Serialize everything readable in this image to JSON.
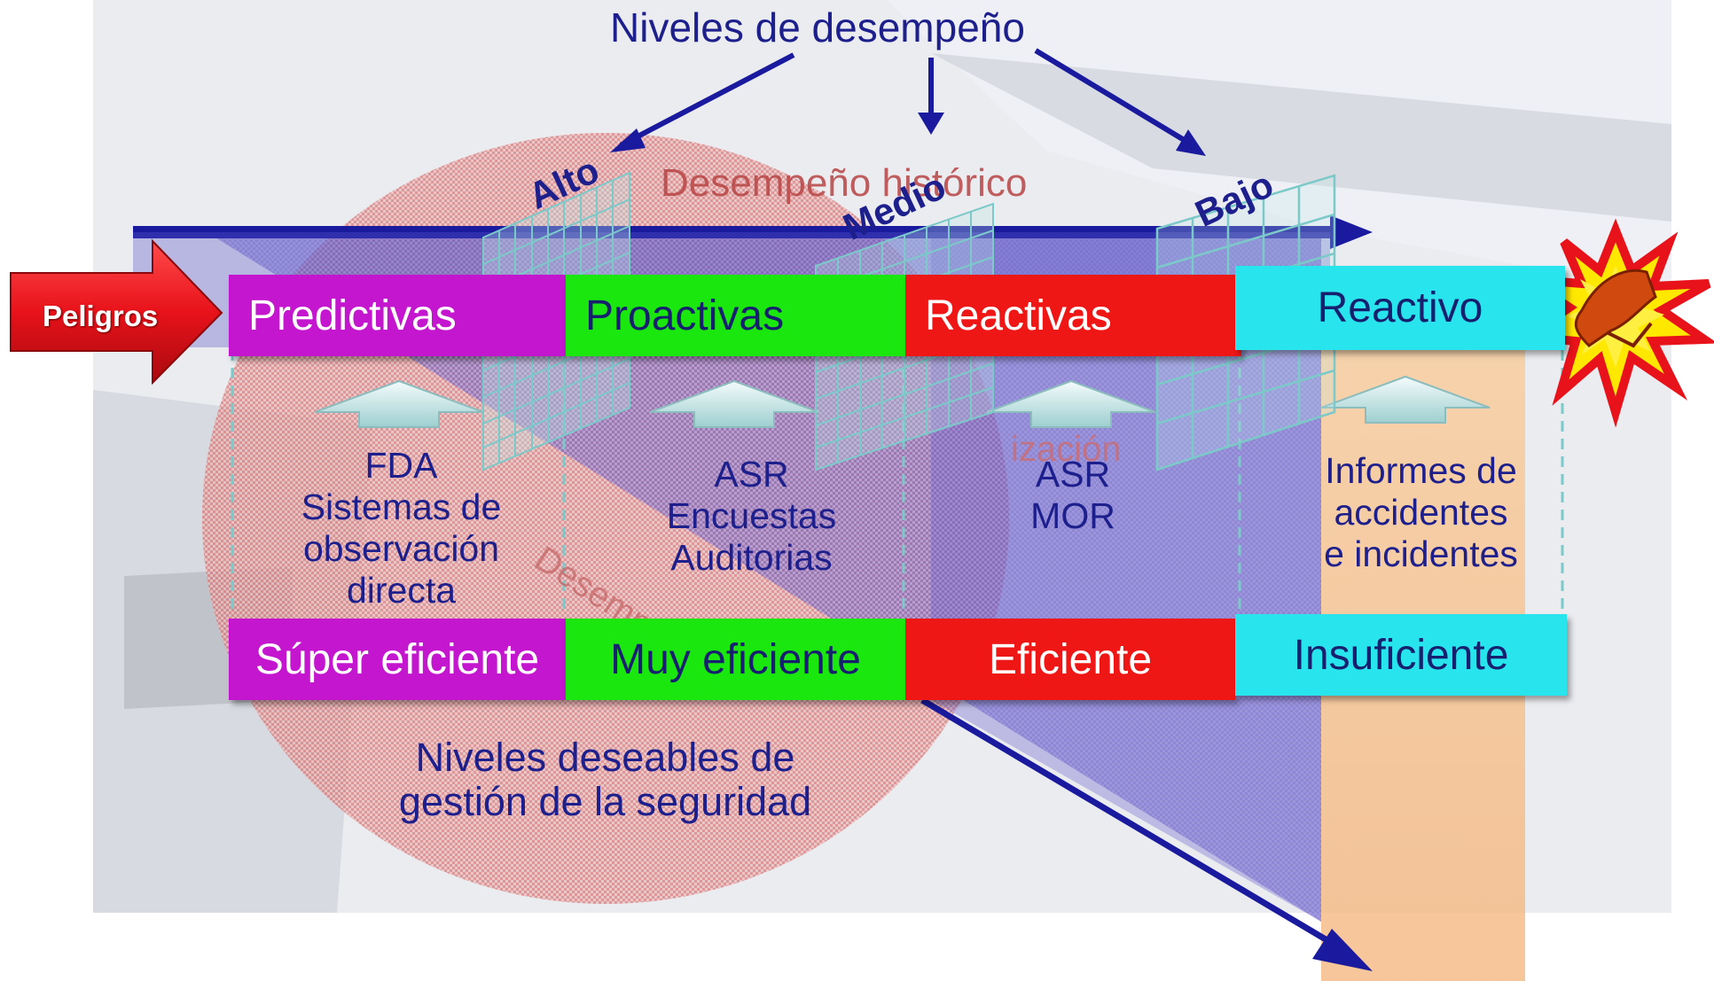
{
  "title": "Niveles de desempeño",
  "performance_levels": [
    "Alto",
    "Medio",
    "Bajo"
  ],
  "background_labels": {
    "historic": "Desempeño histórico",
    "organization": "ización",
    "performance_diag": "Desempe"
  },
  "hazards_label": "Peligros",
  "strategies": [
    {
      "label": "Predictivas",
      "color": "#c415cf",
      "text_color": "#ffffff"
    },
    {
      "label": "Proactivas",
      "color": "#19e70e",
      "text_color": "#17206e"
    },
    {
      "label": "Reactivas",
      "color": "#ef1616",
      "text_color": "#ffffff"
    },
    {
      "label": "Reactivo",
      "color": "#28e4ec",
      "text_color": "#17206e"
    }
  ],
  "tools": [
    [
      "FDA",
      "Sistemas de",
      "observación",
      "directa"
    ],
    [
      "ASR",
      "Encuestas",
      "Auditorias"
    ],
    [
      "ASR",
      "MOR"
    ],
    [
      "Informes de",
      "accidentes",
      "e incidentes"
    ]
  ],
  "efficiency": [
    {
      "label": "Súper eficiente",
      "color": "#c415cf",
      "text_color": "#ffffff"
    },
    {
      "label": "Muy eficiente",
      "color": "#19e70e",
      "text_color": "#17206e"
    },
    {
      "label": "Eficiente",
      "color": "#ef1616",
      "text_color": "#ffffff"
    },
    {
      "label": "Insuficiente",
      "color": "#28e4ec",
      "text_color": "#17206e"
    }
  ],
  "desirable_levels": [
    "Niveles deseables de",
    "gestión de la seguridad"
  ],
  "colors": {
    "navy": "#1d1f8c",
    "arrow_blue": "#1a1a9e",
    "circle_pink": "#e39a9a",
    "grid_teal": "#7cc9c9",
    "hazard_red": "#e8121a",
    "explosion_yellow": "#ffe800"
  },
  "icons": [
    "hazard-arrow-icon",
    "up-arrow-icon",
    "explosion-icon",
    "grid-plane-icon"
  ]
}
